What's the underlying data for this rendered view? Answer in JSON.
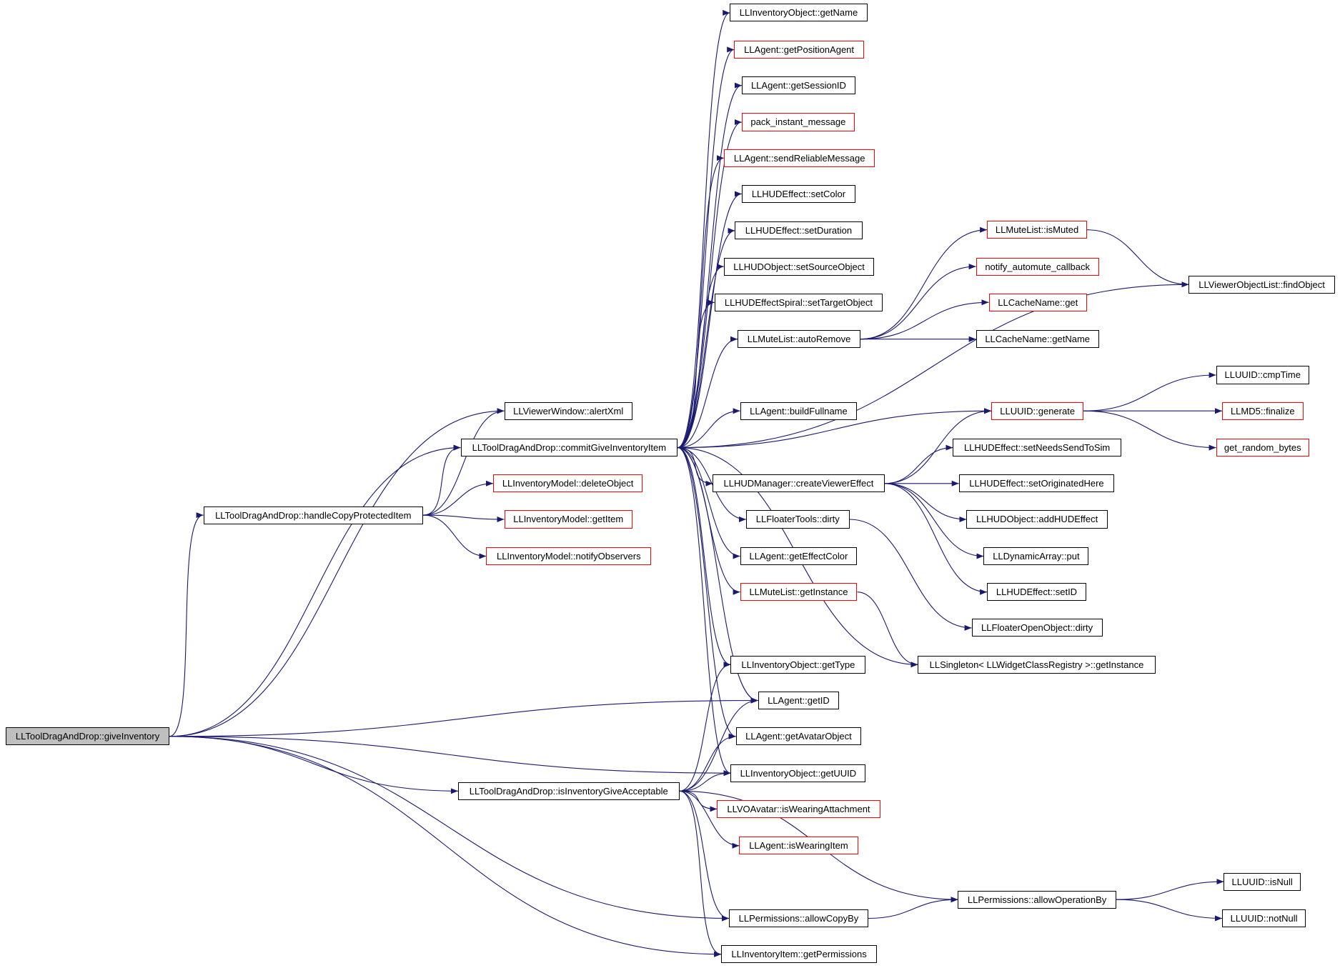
{
  "graph": {
    "edge_color": "#191970",
    "nodes": [
      {
        "id": "root",
        "label": "LLToolDragAndDrop::giveInventory",
        "border": "black",
        "selected": true
      },
      {
        "id": "alertXml",
        "label": "LLViewerWindow::alertXml",
        "border": "black"
      },
      {
        "id": "commit",
        "label": "LLToolDragAndDrop::commitGiveInventoryItem",
        "border": "black"
      },
      {
        "id": "handleCopy",
        "label": "LLToolDragAndDrop::handleCopyProtectedItem",
        "border": "black"
      },
      {
        "id": "deleteObject",
        "label": "LLInventoryModel::deleteObject",
        "border": "red"
      },
      {
        "id": "getItem",
        "label": "LLInventoryModel::getItem",
        "border": "red"
      },
      {
        "id": "notifyObservers",
        "label": "LLInventoryModel::notifyObservers",
        "border": "red"
      },
      {
        "id": "isGiveAcc",
        "label": "LLToolDragAndDrop::isInventoryGiveAcceptable",
        "border": "black"
      },
      {
        "id": "getName",
        "label": "LLInventoryObject::getName",
        "border": "black"
      },
      {
        "id": "getPosAgent",
        "label": "LLAgent::getPositionAgent",
        "border": "red"
      },
      {
        "id": "getSessionID",
        "label": "LLAgent::getSessionID",
        "border": "black"
      },
      {
        "id": "packIM",
        "label": "pack_instant_message",
        "border": "red"
      },
      {
        "id": "sendReliable",
        "label": "LLAgent::sendReliableMessage",
        "border": "red"
      },
      {
        "id": "setColor",
        "label": "LLHUDEffect::setColor",
        "border": "black"
      },
      {
        "id": "setDuration",
        "label": "LLHUDEffect::setDuration",
        "border": "black"
      },
      {
        "id": "setSourceObj",
        "label": "LLHUDObject::setSourceObject",
        "border": "black"
      },
      {
        "id": "setTargetObj",
        "label": "LLHUDEffectSpiral::setTargetObject",
        "border": "black"
      },
      {
        "id": "autoRemove",
        "label": "LLMuteList::autoRemove",
        "border": "black"
      },
      {
        "id": "buildFullname",
        "label": "LLAgent::buildFullname",
        "border": "black"
      },
      {
        "id": "createViewerEffect",
        "label": "LLHUDManager::createViewerEffect",
        "border": "black"
      },
      {
        "id": "floaterDirty",
        "label": "LLFloaterTools::dirty",
        "border": "black"
      },
      {
        "id": "getEffectColor",
        "label": "LLAgent::getEffectColor",
        "border": "black"
      },
      {
        "id": "muteGetInstance",
        "label": "LLMuteList::getInstance",
        "border": "red"
      },
      {
        "id": "getType",
        "label": "LLInventoryObject::getType",
        "border": "black"
      },
      {
        "id": "getID",
        "label": "LLAgent::getID",
        "border": "black"
      },
      {
        "id": "getAvatarObject",
        "label": "LLAgent::getAvatarObject",
        "border": "black"
      },
      {
        "id": "getUUID",
        "label": "LLInventoryObject::getUUID",
        "border": "black"
      },
      {
        "id": "isWearingAttach",
        "label": "LLVOAvatar::isWearingAttachment",
        "border": "red"
      },
      {
        "id": "isWearingItem",
        "label": "LLAgent::isWearingItem",
        "border": "red"
      },
      {
        "id": "allowCopyBy",
        "label": "LLPermissions::allowCopyBy",
        "border": "black"
      },
      {
        "id": "getPermissions",
        "label": "LLInventoryItem::getPermissions",
        "border": "black"
      },
      {
        "id": "isMuted",
        "label": "LLMuteList::isMuted",
        "border": "red"
      },
      {
        "id": "notifyAutomute",
        "label": "notify_automute_callback",
        "border": "red"
      },
      {
        "id": "cacheGet",
        "label": "LLCacheName::get",
        "border": "red"
      },
      {
        "id": "cacheGetName",
        "label": "LLCacheName::getName",
        "border": "black"
      },
      {
        "id": "uuidGenerate",
        "label": "LLUUID::generate",
        "border": "red"
      },
      {
        "id": "setNeedsSend",
        "label": "LLHUDEffect::setNeedsSendToSim",
        "border": "black"
      },
      {
        "id": "setOriginated",
        "label": "LLHUDEffect::setOriginatedHere",
        "border": "black"
      },
      {
        "id": "addHUDEffect",
        "label": "LLHUDObject::addHUDEffect",
        "border": "black"
      },
      {
        "id": "dynPut",
        "label": "LLDynamicArray::put",
        "border": "black"
      },
      {
        "id": "setID",
        "label": "LLHUDEffect::setID",
        "border": "black"
      },
      {
        "id": "floaterOpenDirty",
        "label": "LLFloaterOpenObject::dirty",
        "border": "black"
      },
      {
        "id": "singleton",
        "label": "LLSingleton< LLWidgetClassRegistry >::getInstance",
        "border": "black"
      },
      {
        "id": "allowOpBy",
        "label": "LLPermissions::allowOperationBy",
        "border": "black"
      },
      {
        "id": "findObject",
        "label": "LLViewerObjectList::findObject",
        "border": "black"
      },
      {
        "id": "cmpTime",
        "label": "LLUUID::cmpTime",
        "border": "black"
      },
      {
        "id": "md5Finalize",
        "label": "LLMD5::finalize",
        "border": "red"
      },
      {
        "id": "randomBytes",
        "label": "get_random_bytes",
        "border": "red"
      },
      {
        "id": "isNull",
        "label": "LLUUID::isNull",
        "border": "black"
      },
      {
        "id": "notNull",
        "label": "LLUUID::notNull",
        "border": "black"
      }
    ],
    "edges": [
      [
        "root",
        "alertXml"
      ],
      [
        "root",
        "commit"
      ],
      [
        "root",
        "handleCopy"
      ],
      [
        "root",
        "isGiveAcc"
      ],
      [
        "root",
        "getID"
      ],
      [
        "root",
        "getUUID"
      ],
      [
        "root",
        "allowCopyBy"
      ],
      [
        "root",
        "getPermissions"
      ],
      [
        "handleCopy",
        "alertXml"
      ],
      [
        "handleCopy",
        "commit"
      ],
      [
        "handleCopy",
        "deleteObject"
      ],
      [
        "handleCopy",
        "getItem"
      ],
      [
        "handleCopy",
        "notifyObservers"
      ],
      [
        "commit",
        "getName"
      ],
      [
        "commit",
        "getPosAgent"
      ],
      [
        "commit",
        "getSessionID"
      ],
      [
        "commit",
        "packIM"
      ],
      [
        "commit",
        "sendReliable"
      ],
      [
        "commit",
        "setColor"
      ],
      [
        "commit",
        "setDuration"
      ],
      [
        "commit",
        "setSourceObj"
      ],
      [
        "commit",
        "setTargetObj"
      ],
      [
        "commit",
        "autoRemove"
      ],
      [
        "commit",
        "buildFullname"
      ],
      [
        "commit",
        "createViewerEffect"
      ],
      [
        "commit",
        "floaterDirty"
      ],
      [
        "commit",
        "getEffectColor"
      ],
      [
        "commit",
        "muteGetInstance"
      ],
      [
        "commit",
        "getType"
      ],
      [
        "commit",
        "getID"
      ],
      [
        "commit",
        "getAvatarObject"
      ],
      [
        "commit",
        "getUUID"
      ],
      [
        "commit",
        "uuidGenerate"
      ],
      [
        "commit",
        "findObject"
      ],
      [
        "commit",
        "singleton"
      ],
      [
        "autoRemove",
        "isMuted"
      ],
      [
        "autoRemove",
        "notifyAutomute"
      ],
      [
        "autoRemove",
        "cacheGet"
      ],
      [
        "autoRemove",
        "cacheGetName"
      ],
      [
        "isMuted",
        "findObject"
      ],
      [
        "createViewerEffect",
        "uuidGenerate"
      ],
      [
        "createViewerEffect",
        "setNeedsSend"
      ],
      [
        "createViewerEffect",
        "setOriginated"
      ],
      [
        "createViewerEffect",
        "addHUDEffect"
      ],
      [
        "createViewerEffect",
        "dynPut"
      ],
      [
        "createViewerEffect",
        "setID"
      ],
      [
        "floaterDirty",
        "floaterOpenDirty"
      ],
      [
        "muteGetInstance",
        "singleton"
      ],
      [
        "uuidGenerate",
        "cmpTime"
      ],
      [
        "uuidGenerate",
        "md5Finalize"
      ],
      [
        "uuidGenerate",
        "randomBytes"
      ],
      [
        "isGiveAcc",
        "getType"
      ],
      [
        "isGiveAcc",
        "getID"
      ],
      [
        "isGiveAcc",
        "getAvatarObject"
      ],
      [
        "isGiveAcc",
        "getUUID"
      ],
      [
        "isGiveAcc",
        "isWearingAttach"
      ],
      [
        "isGiveAcc",
        "isWearingItem"
      ],
      [
        "isGiveAcc",
        "allowCopyBy"
      ],
      [
        "isGiveAcc",
        "getPermissions"
      ],
      [
        "isGiveAcc",
        "allowOpBy"
      ],
      [
        "allowCopyBy",
        "allowOpBy"
      ],
      [
        "allowOpBy",
        "isNull"
      ],
      [
        "allowOpBy",
        "notNull"
      ]
    ]
  }
}
